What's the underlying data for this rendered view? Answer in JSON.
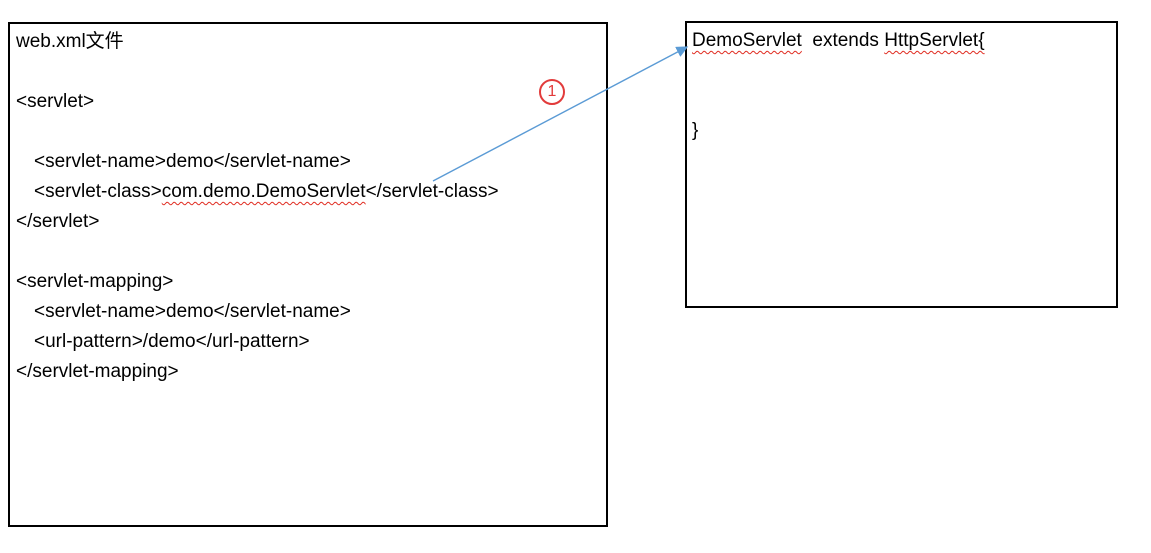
{
  "left_box": {
    "title": "web.xml文件",
    "servlet_open": "<servlet>",
    "servlet_name": "<servlet-name>demo</servlet-name>",
    "servlet_class_prefix": "<servlet-class>",
    "servlet_class_value": "com.demo.DemoServlet",
    "servlet_class_suffix": "</servlet-class>",
    "servlet_close": "</servlet>",
    "mapping_open": "<servlet-mapping>",
    "mapping_servlet_name": "<servlet-name>demo</servlet-name>",
    "url_pattern": "<url-pattern>/demo</url-pattern>",
    "mapping_close": "</servlet-mapping>"
  },
  "right_box": {
    "class_name": "DemoServlet",
    "extends_text": "  extends ",
    "superclass": "HttpServlet{",
    "closing_brace": "}"
  },
  "annotation": {
    "label": "1"
  },
  "colors": {
    "arrow": "#5b9bd5",
    "badge": "#e23b3b",
    "misspell": "#e02b20"
  }
}
